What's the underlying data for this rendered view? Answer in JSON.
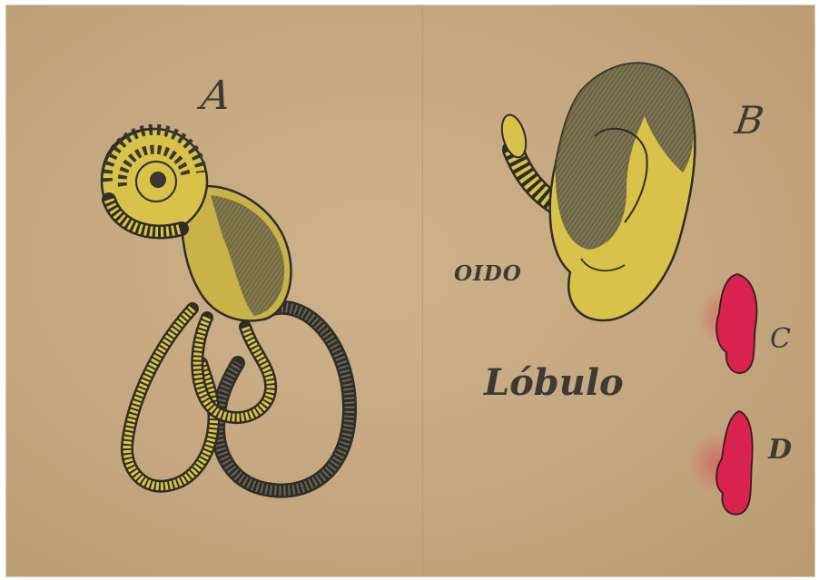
{
  "labels": {
    "a": "A",
    "b": "B",
    "oido": "OIDO",
    "lobulo": "Lóbulo",
    "c": "C",
    "d": "D"
  },
  "colors": {
    "paper": "#c4a67e",
    "ink": "#3d3a36",
    "yellow": "#d8c24a",
    "dark_shading": "#5a5648",
    "red": "#d8224f"
  }
}
